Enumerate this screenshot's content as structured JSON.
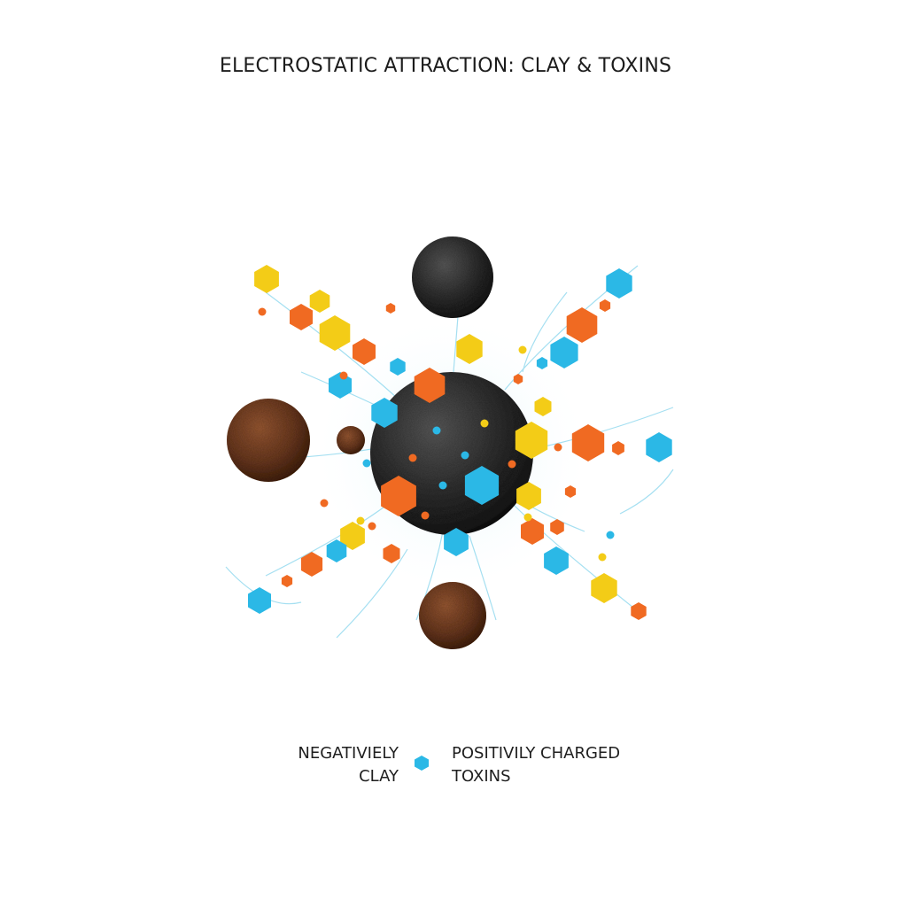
{
  "title": "ELECTROSTATIC ATTRACTION: CLAY & TOXINS",
  "legend": {
    "clay_line1": "NEGATIVIELY",
    "clay_line2": "CLAY",
    "toxin_line1": "POSITIVILY CHARGED",
    "toxin_line2": "TOXINS"
  },
  "colors": {
    "clay_dark": "#2e2e2e",
    "clay_brown": "#6b3a22",
    "toxin_blue": "#2bb8e6",
    "toxin_orange": "#f06a22",
    "toxin_yellow": "#f3cc17",
    "field_line": "#8fd8ee"
  }
}
